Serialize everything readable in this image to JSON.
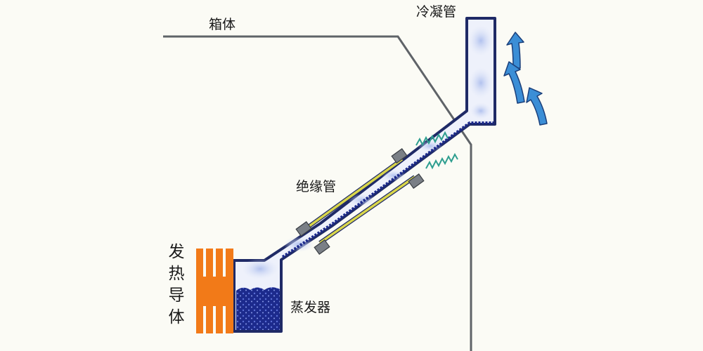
{
  "labels": {
    "box": "箱体",
    "condenser": "冷凝管",
    "insulating_tube": "绝缘管",
    "evaporator": "蒸发器",
    "heat_conductor": [
      "发",
      "热",
      "导",
      "体"
    ]
  },
  "colors": {
    "background": "#fbfbf5",
    "box_outline": "#5f6368",
    "pipe_outline": "#1f2a66",
    "pipe_fill": "#eef1fb",
    "vapor": "#b9c7ee",
    "liquid": "#1c2a8c",
    "heat_conductor": "#f27a18",
    "insulator_rod": "#d9d64a",
    "spring": "#2e9e8f",
    "arrow": "#3b8ed6",
    "connector": "#7a7f86"
  },
  "icons": [
    "upward-airflow-arrow-icon"
  ]
}
